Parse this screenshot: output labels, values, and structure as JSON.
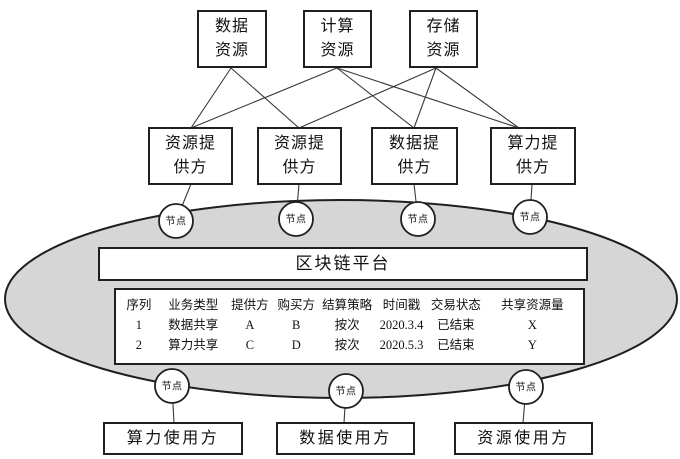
{
  "diagram": {
    "top_resources": [
      "数据\n资源",
      "计算\n资源",
      "存储\n资源"
    ],
    "providers": [
      "资源提\n供方",
      "资源提\n供方",
      "数据提\n供方",
      "算力提\n供方"
    ],
    "node_label": "节点",
    "platform_title": "区块链平台",
    "ledger": {
      "headers": [
        "序列",
        "业务类型",
        "提供方",
        "购买方",
        "结算策略",
        "时间戳",
        "交易状态",
        "共享资源量"
      ],
      "rows": [
        [
          "1",
          "数据共享",
          "A",
          "B",
          "按次",
          "2020.3.4",
          "已结束",
          "X"
        ],
        [
          "2",
          "算力共享",
          "C",
          "D",
          "按次",
          "2020.5.3",
          "已结束",
          "Y"
        ]
      ]
    },
    "consumers": [
      "算力使用方",
      "数据使用方",
      "资源使用方"
    ],
    "connections": {
      "resource_to_provider": [
        [
          0,
          0
        ],
        [
          0,
          1
        ],
        [
          1,
          0
        ],
        [
          1,
          2
        ],
        [
          1,
          3
        ],
        [
          2,
          1
        ],
        [
          2,
          2
        ],
        [
          2,
          3
        ]
      ],
      "provider_to_node": [
        [
          0,
          0
        ],
        [
          1,
          1
        ],
        [
          2,
          2
        ],
        [
          3,
          3
        ]
      ],
      "node_to_consumer": [
        [
          4,
          0
        ],
        [
          5,
          1
        ],
        [
          6,
          2
        ]
      ]
    }
  },
  "colors": {
    "ellipse_fill": "#d6d6d6",
    "stroke": "#1f1f1f",
    "line": "#3a3a3a",
    "box_bg": "#ffffff"
  }
}
